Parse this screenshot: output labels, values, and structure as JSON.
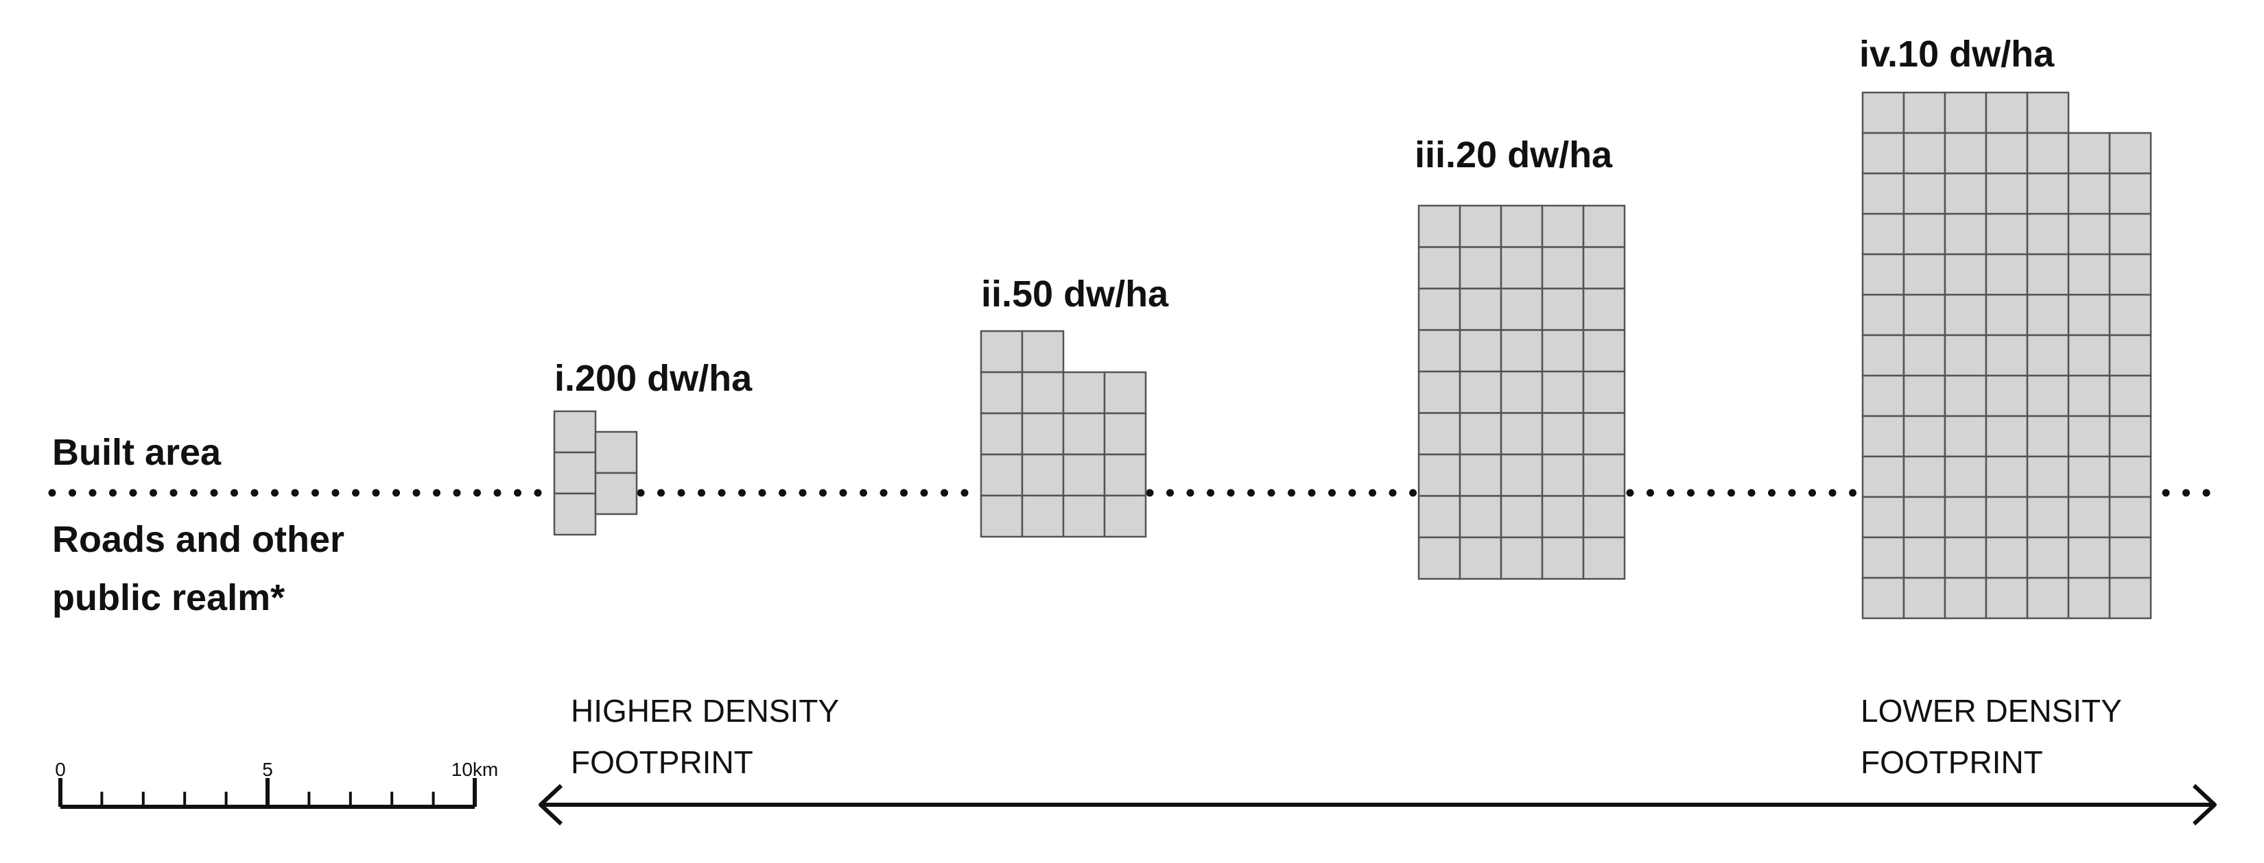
{
  "side_labels": {
    "built_area": "Built area",
    "public_realm_line1": "Roads and other",
    "public_realm_line2": "public realm*"
  },
  "scenarios": [
    {
      "label": "i.200 dw/ha"
    },
    {
      "label": "ii.50 dw/ha"
    },
    {
      "label": "iii.20 dw/ha"
    },
    {
      "label": "iv.10 dw/ha"
    }
  ],
  "density_axis": {
    "left_line1": "HIGHER DENSITY",
    "left_line2": "FOOTPRINT",
    "right_line1": "LOWER DENSITY",
    "right_line2": "FOOTPRINT"
  },
  "scale_bar": {
    "ticks": [
      "0",
      "5",
      "10km"
    ]
  },
  "colors": {
    "cell_fill": "#d4d4d4",
    "cell_stroke": "#545454",
    "ink": "#111111"
  }
}
